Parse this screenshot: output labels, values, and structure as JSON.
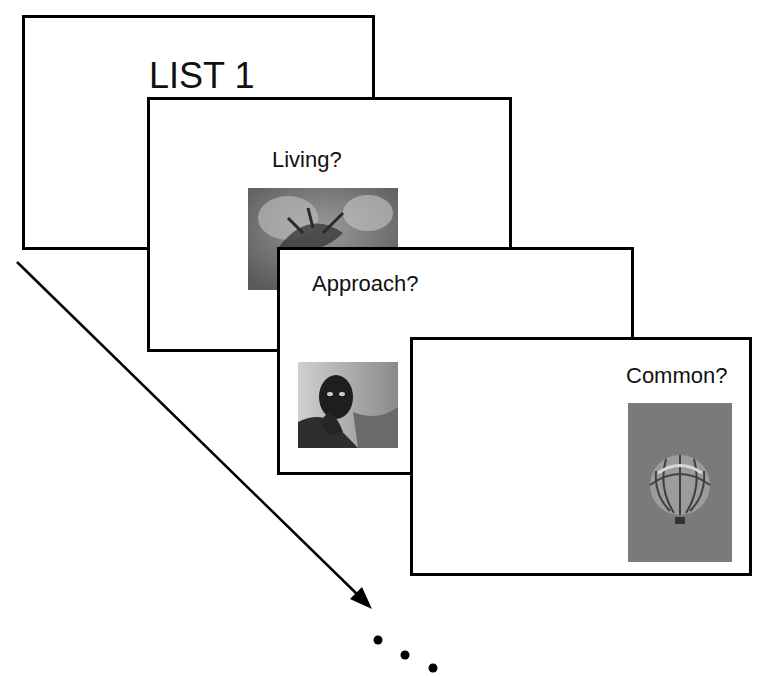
{
  "diagram": {
    "nodes": [
      {
        "text": [
          "LIST 1"
        ]
      },
      {
        "text": [
          "Living?"
        ]
      },
      {
        "text": [
          "Approach?"
        ]
      },
      {
        "text": [
          "Common?"
        ]
      }
    ]
  }
}
